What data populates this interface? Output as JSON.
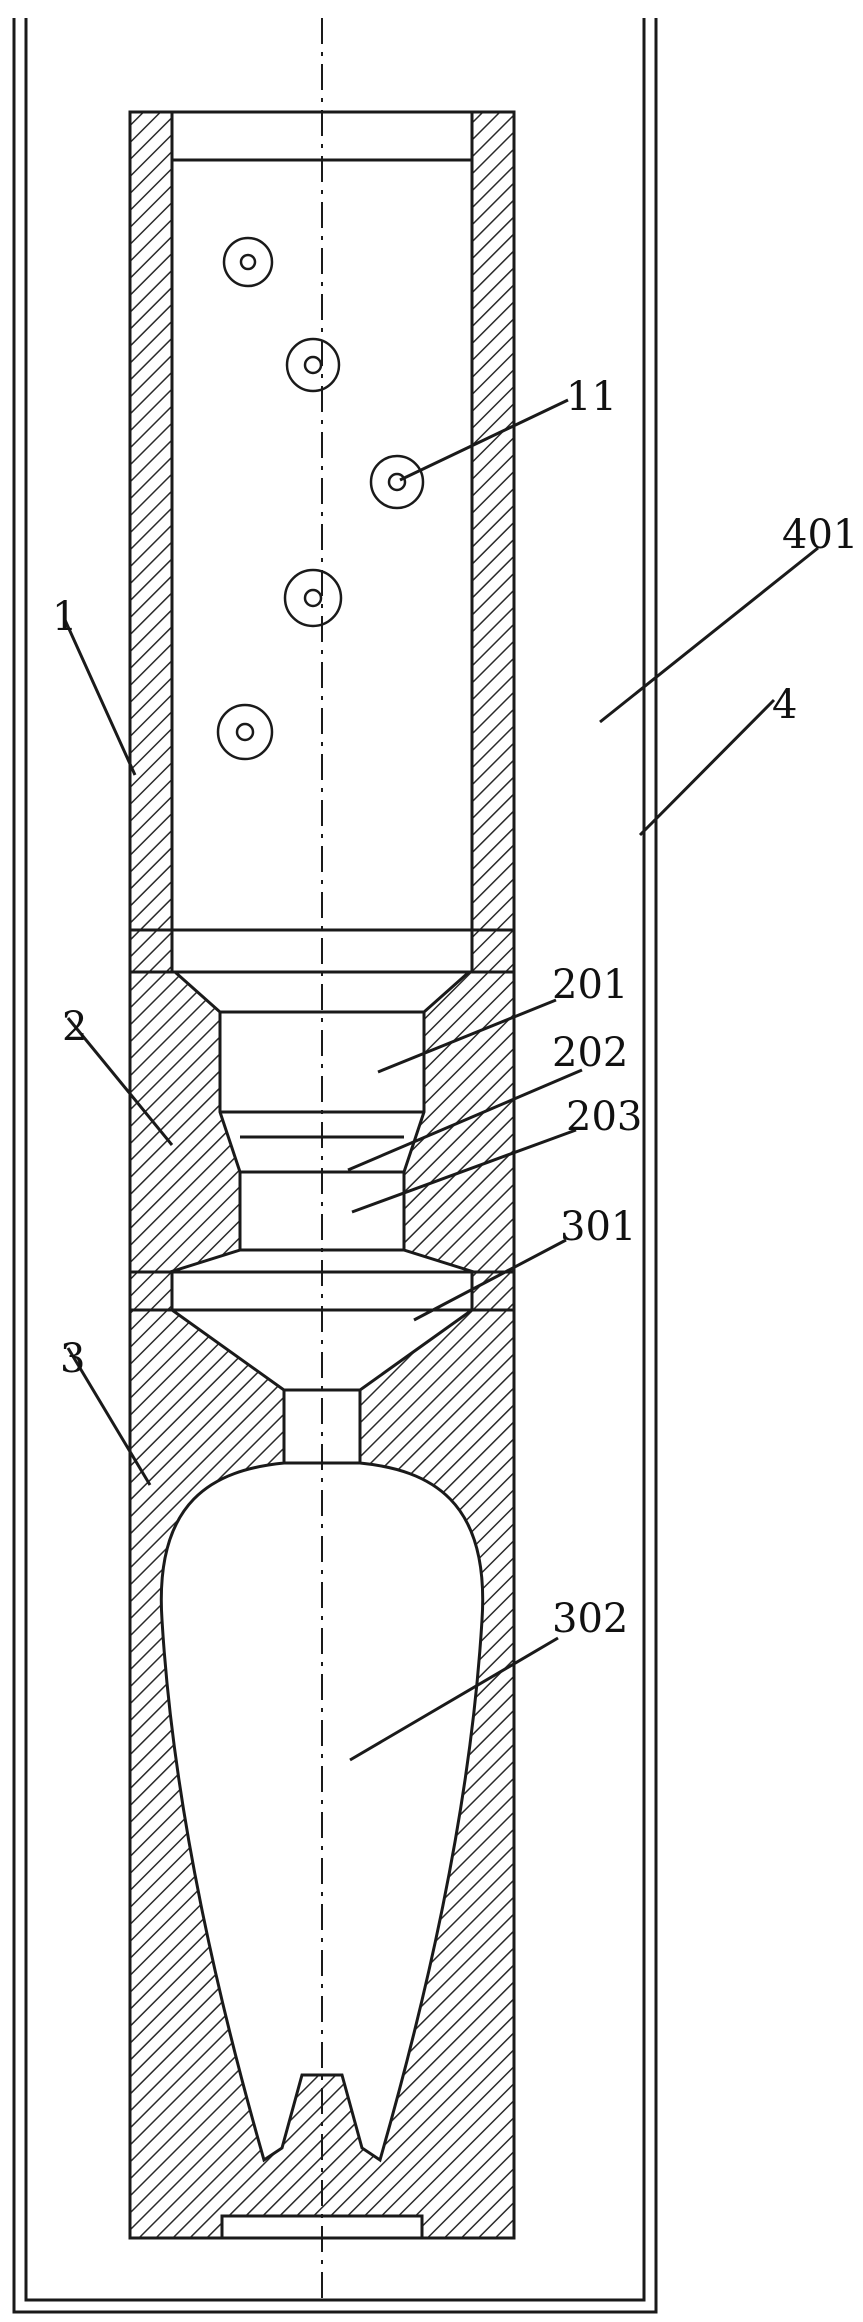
{
  "diagram": {
    "labels": {
      "l1": "1",
      "l2": "2",
      "l3": "3",
      "l4": "4",
      "l11": "11",
      "l201": "201",
      "l202": "202",
      "l203": "203",
      "l301": "301",
      "l302": "302",
      "l401": "401"
    },
    "colors": {
      "line": "#1a1a1a",
      "hatch": "#2a2a2a",
      "background": "#ffffff"
    }
  }
}
